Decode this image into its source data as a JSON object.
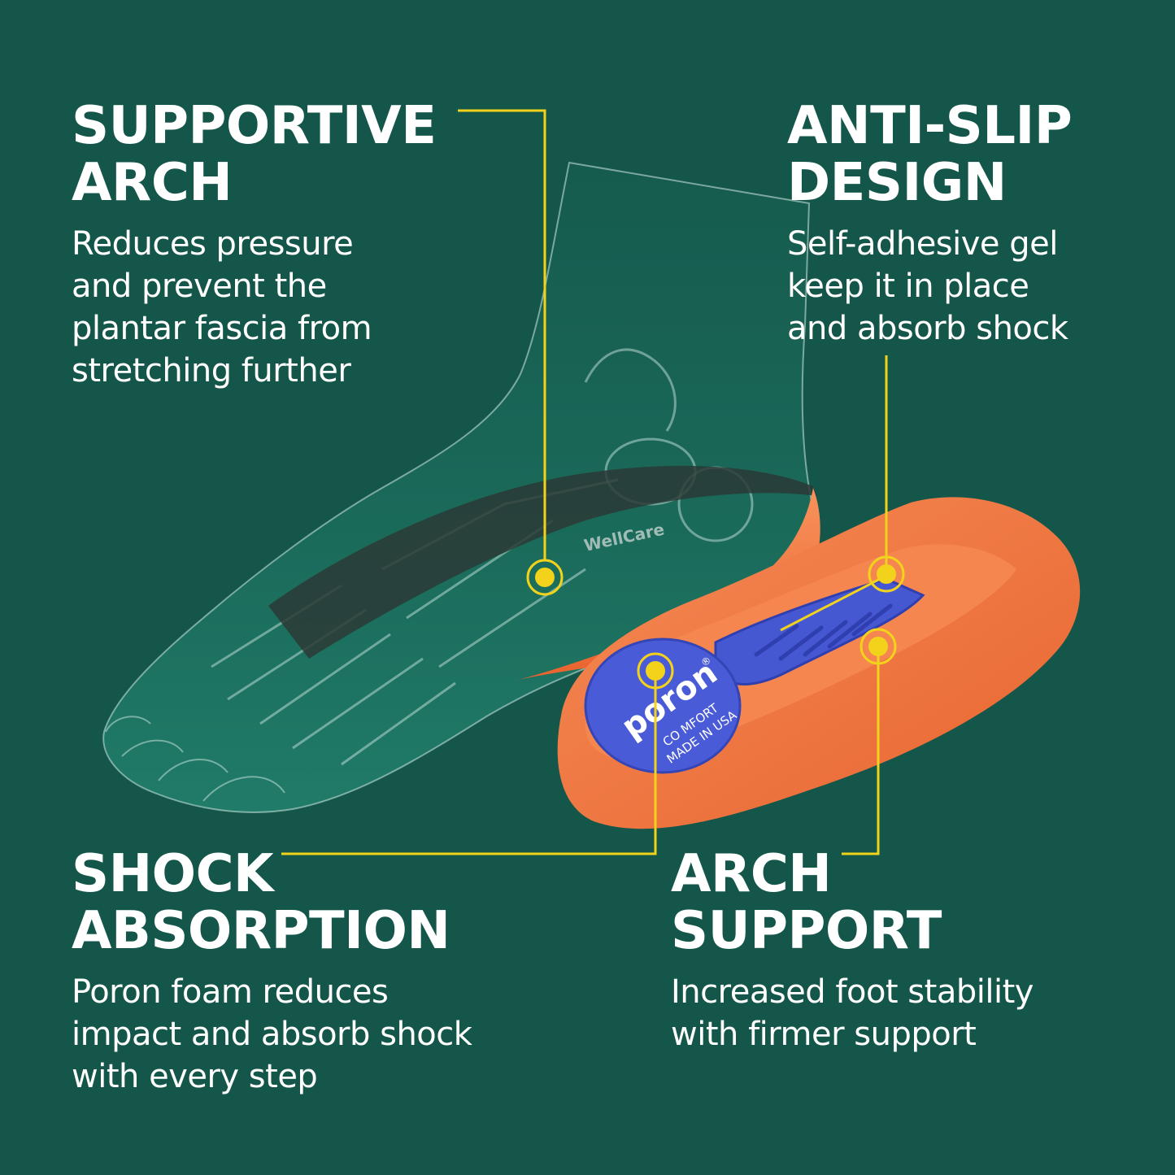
{
  "features": {
    "supportive_arch": {
      "title_lines": [
        "SUPPORTIVE",
        "ARCH"
      ],
      "body_lines": [
        "Reduces pressure",
        "and prevent the",
        "plantar fascia from",
        "stretching further"
      ]
    },
    "anti_slip": {
      "title_lines": [
        "ANTI-SLIP",
        "DESIGN"
      ],
      "body_lines": [
        "Self-adhesive gel",
        "keep it in place",
        "and absorb shock"
      ]
    },
    "shock_absorption": {
      "title_lines": [
        "SHOCK",
        "ABSORPTION"
      ],
      "body_lines": [
        "Poron foam reduces",
        "impact and absorb shock",
        "with every step"
      ]
    },
    "arch_support": {
      "title_lines": [
        "ARCH",
        "SUPPORT"
      ],
      "body_lines": [
        "Increased foot stability",
        "with firmer support"
      ]
    }
  },
  "insole_brand": "WellCare",
  "badge": {
    "brand": "poron",
    "registered": "®",
    "line1": "CO MFORT",
    "line2": "MADE IN USA"
  },
  "colors": {
    "background": "#14564a",
    "callout": "#f2d21b",
    "insole": "#f07a45",
    "pad": "#4a5bd8"
  }
}
